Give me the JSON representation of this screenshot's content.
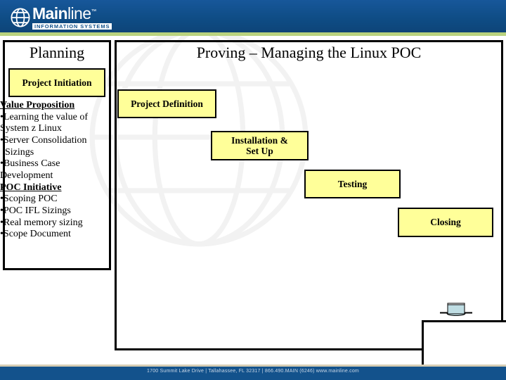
{
  "header": {
    "logo": {
      "icon": "globe-icon",
      "word_bold": "Main",
      "word_light": "line",
      "trademark": "™",
      "subtitle": "INFORMATION SYSTEMS"
    },
    "band_color": "#13528c",
    "rule_color": "#b9d37e"
  },
  "footer": {
    "text": "1700 Summit Lake Drive  |  Tallahassee, FL  32317  |  866.490.MAIN (6246)     www.mainline.com",
    "band_color": "#13528c",
    "rule_color": "#d6cdb4"
  },
  "left_panel": {
    "heading": "Planning",
    "box": {
      "label": "Project Initiation"
    },
    "sections": [
      {
        "title": "Value Proposition",
        "bullets": [
          "•Learning the value of",
          "System z Linux",
          "•Server Consolidation",
          "  Sizings",
          "•Business Case",
          "Development"
        ]
      },
      {
        "title": "POC Initiative",
        "bullets": [
          "•Scoping POC",
          "•POC IFL Sizings",
          "•Real memory sizing",
          "•Scope Document"
        ]
      }
    ]
  },
  "right_panel": {
    "heading": "Proving – Managing the Linux POC",
    "stages": [
      {
        "label": "Project Definition"
      },
      {
        "label": "Installation &\nSet Up"
      },
      {
        "label": "Testing"
      },
      {
        "label": "Closing"
      }
    ]
  },
  "decor": {
    "clipart_name": "cylinder-clipart",
    "clipart_fill": "#bfdde3",
    "watermark_name": "globe-watermark",
    "box_fill": "#ffff99",
    "box_border": "#000000"
  }
}
